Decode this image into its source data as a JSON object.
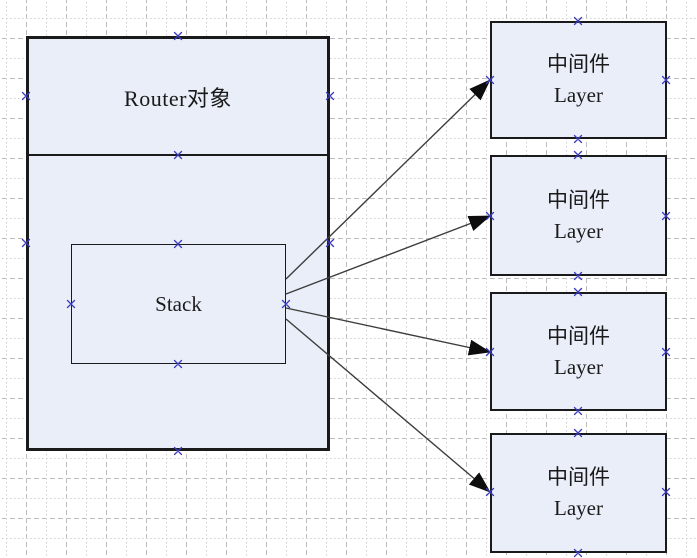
{
  "diagram": {
    "router_box": {
      "title": "Router对象"
    },
    "stack_box": {
      "label": "Stack"
    },
    "middleware_boxes": [
      {
        "line1": "中间件",
        "line2": "Layer"
      },
      {
        "line1": "中间件",
        "line2": "Layer"
      },
      {
        "line1": "中间件",
        "line2": "Layer"
      },
      {
        "line1": "中间件",
        "line2": "Layer"
      }
    ],
    "connector_count": 4
  },
  "colors": {
    "canvas_bg": "#ffffff",
    "shape_fill": "#e9eef8",
    "shape_border": "#1a1a1a",
    "arrow_line": "#3d3d3d",
    "arrowhead": "#0d0d0d",
    "connection_point": "#3b3bbf",
    "grid_major": "#bdbdbd",
    "grid_minor": "#cfcfcf"
  }
}
